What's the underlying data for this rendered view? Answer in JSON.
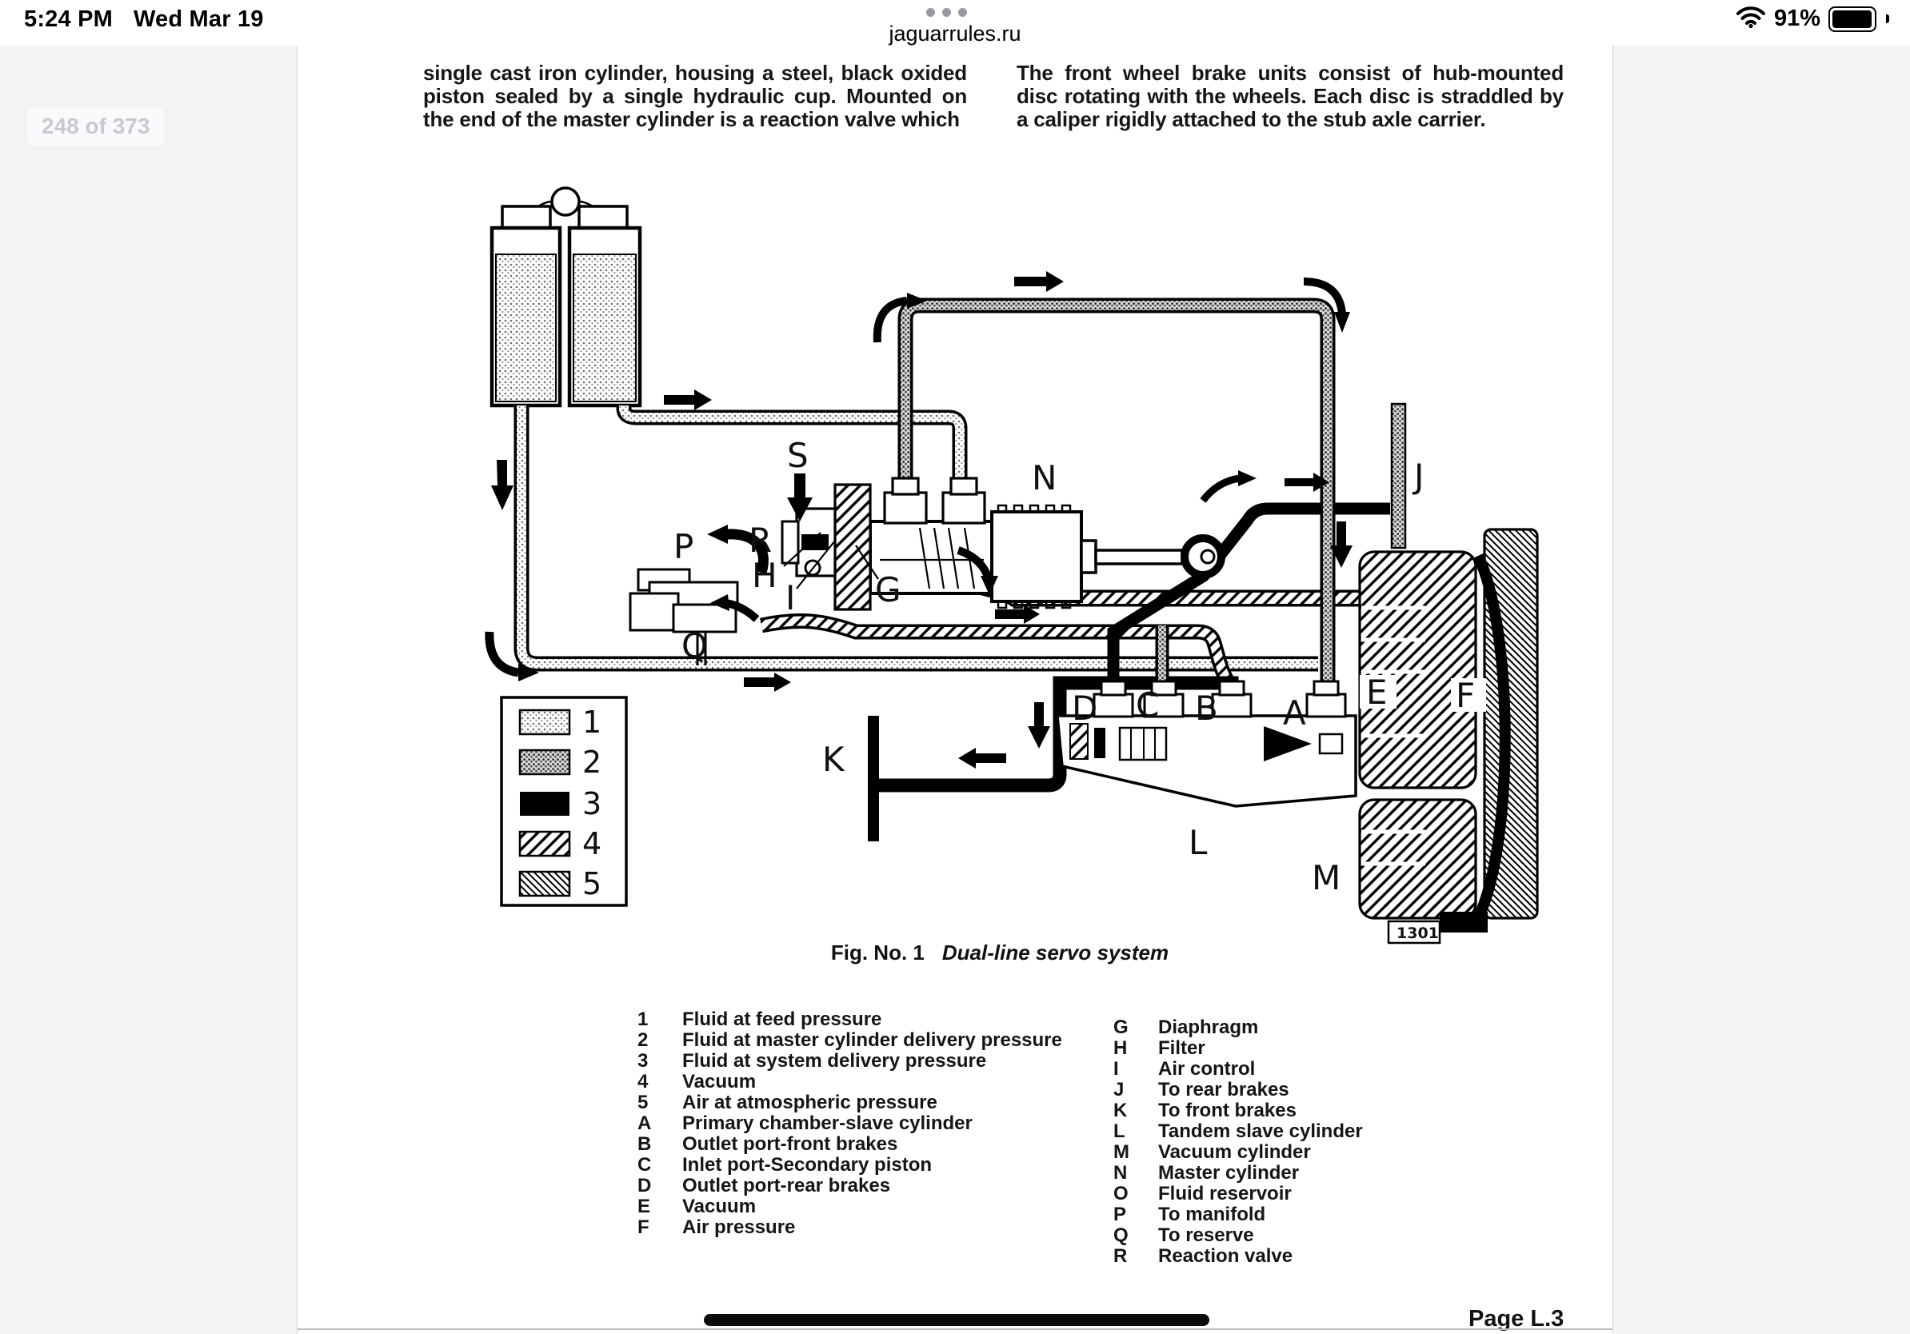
{
  "status_bar": {
    "time": "5:24 PM",
    "date": "Wed Mar 19",
    "battery_percent": "91%"
  },
  "browser": {
    "site": "jaguarrules.ru",
    "page_indicator": "248 of 373"
  },
  "document": {
    "col_left": "single cast iron cylinder, housing a steel, black oxided piston sealed by a single hydraulic cup.  Mounted on the end of the master cylinder is a reaction valve which",
    "col_right": "The front wheel brake units consist of hub-mounted disc rotating with the wheels.  Each disc is straddled by a caliper rigidly attached to the stub axle carrier.",
    "figure": {
      "caption_label": "Fig. No. 1",
      "caption_title": "Dual-line servo system",
      "drawing_no": "1301",
      "key": {
        "k1": "1",
        "k2": "2",
        "k3": "3",
        "k4": "4",
        "k5": "5"
      },
      "labels": {
        "S": "S",
        "R": "R",
        "N": "N",
        "P": "P",
        "H": "H",
        "I": "I",
        "G": "G",
        "Q": "Q",
        "J": "J",
        "K": "K",
        "D": "D",
        "C": "C",
        "B": "B",
        "A": "A",
        "E": "E",
        "F": "F",
        "L": "L",
        "M": "M"
      }
    },
    "legend_left": [
      {
        "key": "1",
        "text": "Fluid at feed pressure"
      },
      {
        "key": "2",
        "text": "Fluid at master cylinder delivery pressure"
      },
      {
        "key": "3",
        "text": "Fluid at system delivery pressure"
      },
      {
        "key": "4",
        "text": "Vacuum"
      },
      {
        "key": "5",
        "text": "Air at atmospheric pressure"
      },
      {
        "key": "A",
        "text": "Primary chamber-slave cylinder"
      },
      {
        "key": "B",
        "text": "Outlet port-front brakes"
      },
      {
        "key": "C",
        "text": "Inlet port-Secondary piston"
      },
      {
        "key": "D",
        "text": "Outlet port-rear brakes"
      },
      {
        "key": "E",
        "text": "Vacuum"
      },
      {
        "key": "F",
        "text": "Air pressure"
      }
    ],
    "legend_right": [
      {
        "key": "G",
        "text": "Diaphragm"
      },
      {
        "key": "H",
        "text": "Filter"
      },
      {
        "key": "I",
        "text": "Air control"
      },
      {
        "key": "J",
        "text": "To rear brakes"
      },
      {
        "key": "K",
        "text": "To front brakes"
      },
      {
        "key": "L",
        "text": "Tandem slave cylinder"
      },
      {
        "key": "M",
        "text": "Vacuum cylinder"
      },
      {
        "key": "N",
        "text": "Master cylinder"
      },
      {
        "key": "O",
        "text": "Fluid reservoir"
      },
      {
        "key": "P",
        "text": "To manifold"
      },
      {
        "key": "Q",
        "text": "To reserve"
      },
      {
        "key": "R",
        "text": "Reaction valve"
      }
    ],
    "page_number": "Page  L.3"
  }
}
